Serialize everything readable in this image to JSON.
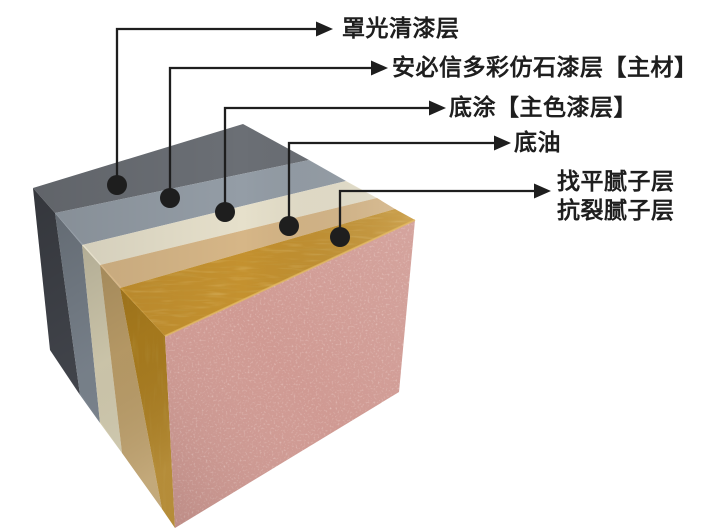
{
  "diagram": {
    "type": "coating-system-layer-diagram",
    "background": "#ffffff",
    "style": {
      "line_color": "#1e1e1e",
      "label_color": "#1e1e1e",
      "gold_edge_highlight": "#e4bb5e"
    },
    "callouts": [
      {
        "label": "罩光清漆层"
      },
      {
        "label": "安必信多彩仿石漆层【主材】"
      },
      {
        "label": "底涂【主色漆层】"
      },
      {
        "label": "底油"
      },
      {
        "label_lines": [
          "找平腻子层",
          "抗裂腻子层"
        ]
      }
    ],
    "block": {
      "top_bands": [
        {
          "name": "clear-topcoat-layer",
          "color": "#6b6f75"
        },
        {
          "name": "multicolor-stone-paint-layer",
          "color": "#949da6"
        },
        {
          "name": "primer-main-color-layer",
          "color": "#e6e0cb"
        },
        {
          "name": "base-oil-layer",
          "color": "#d6b687"
        },
        {
          "name": "putty-layer",
          "color": "#c4912f"
        }
      ],
      "left_side_stripes": [
        {
          "color": "#43464d"
        },
        {
          "color": "#7b848e"
        },
        {
          "color": "#d2cbaf"
        },
        {
          "color": "#bb9d68"
        },
        {
          "color": "#ab7d1e"
        }
      ],
      "front_face": {
        "name": "finished-stone-texture-surface",
        "color": "#d09a93"
      }
    }
  }
}
